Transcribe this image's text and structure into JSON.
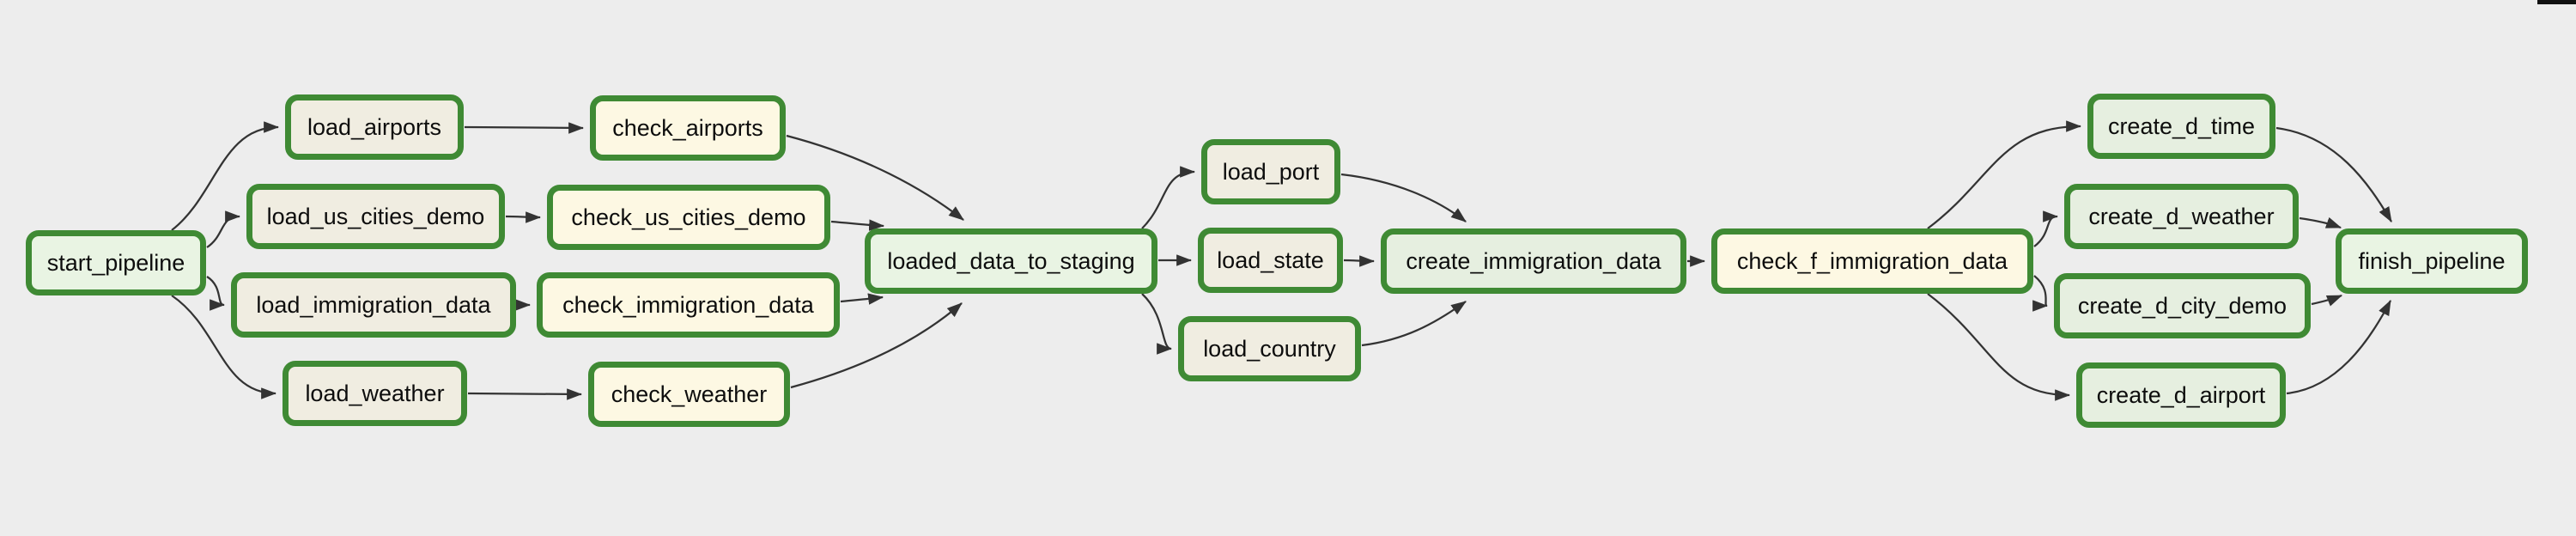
{
  "view": {
    "type": "dag-graph-view",
    "description": "Airflow-style pipeline DAG graph"
  },
  "colors": {
    "background": "#ededed",
    "node-border": "#3f8a34",
    "node-text": "#0d0d0d",
    "edge": "#333333",
    "fill-dummy": "#e9f4e3",
    "fill-load": "#f0ede1",
    "fill-check": "#fdf8e3",
    "fill-create": "#e6efe0",
    "corner-artifact": "#111111"
  },
  "nodes": [
    {
      "id": "start_pipeline",
      "label": "start_pipeline",
      "kind": "dummy"
    },
    {
      "id": "load_airports",
      "label": "load_airports",
      "kind": "load"
    },
    {
      "id": "load_us_cities_demo",
      "label": "load_us_cities_demo",
      "kind": "load"
    },
    {
      "id": "load_immigration_data",
      "label": "load_immigration_data",
      "kind": "load"
    },
    {
      "id": "load_weather",
      "label": "load_weather",
      "kind": "load"
    },
    {
      "id": "check_airports",
      "label": "check_airports",
      "kind": "check"
    },
    {
      "id": "check_us_cities_demo",
      "label": "check_us_cities_demo",
      "kind": "check"
    },
    {
      "id": "check_immigration_data",
      "label": "check_immigration_data",
      "kind": "check"
    },
    {
      "id": "check_weather",
      "label": "check_weather",
      "kind": "check"
    },
    {
      "id": "loaded_data_to_staging",
      "label": "loaded_data_to_staging",
      "kind": "dummy"
    },
    {
      "id": "load_port",
      "label": "load_port",
      "kind": "load"
    },
    {
      "id": "load_state",
      "label": "load_state",
      "kind": "load"
    },
    {
      "id": "load_country",
      "label": "load_country",
      "kind": "load"
    },
    {
      "id": "create_immigration_data",
      "label": "create_immigration_data",
      "kind": "create"
    },
    {
      "id": "check_f_immigration_data",
      "label": "check_f_immigration_data",
      "kind": "check"
    },
    {
      "id": "create_d_time",
      "label": "create_d_time",
      "kind": "create"
    },
    {
      "id": "create_d_weather",
      "label": "create_d_weather",
      "kind": "create"
    },
    {
      "id": "create_d_city_demo",
      "label": "create_d_city_demo",
      "kind": "create"
    },
    {
      "id": "create_d_airport",
      "label": "create_d_airport",
      "kind": "create"
    },
    {
      "id": "finish_pipeline",
      "label": "finish_pipeline",
      "kind": "dummy"
    }
  ],
  "edges": [
    [
      "start_pipeline",
      "load_airports"
    ],
    [
      "start_pipeline",
      "load_us_cities_demo"
    ],
    [
      "start_pipeline",
      "load_immigration_data"
    ],
    [
      "start_pipeline",
      "load_weather"
    ],
    [
      "load_airports",
      "check_airports"
    ],
    [
      "load_us_cities_demo",
      "check_us_cities_demo"
    ],
    [
      "load_immigration_data",
      "check_immigration_data"
    ],
    [
      "load_weather",
      "check_weather"
    ],
    [
      "check_airports",
      "loaded_data_to_staging"
    ],
    [
      "check_us_cities_demo",
      "loaded_data_to_staging"
    ],
    [
      "check_immigration_data",
      "loaded_data_to_staging"
    ],
    [
      "check_weather",
      "loaded_data_to_staging"
    ],
    [
      "loaded_data_to_staging",
      "load_port"
    ],
    [
      "loaded_data_to_staging",
      "load_state"
    ],
    [
      "loaded_data_to_staging",
      "load_country"
    ],
    [
      "load_port",
      "create_immigration_data"
    ],
    [
      "load_state",
      "create_immigration_data"
    ],
    [
      "load_country",
      "create_immigration_data"
    ],
    [
      "create_immigration_data",
      "check_f_immigration_data"
    ],
    [
      "check_f_immigration_data",
      "create_d_time"
    ],
    [
      "check_f_immigration_data",
      "create_d_weather"
    ],
    [
      "check_f_immigration_data",
      "create_d_city_demo"
    ],
    [
      "check_f_immigration_data",
      "create_d_airport"
    ],
    [
      "create_d_time",
      "finish_pipeline"
    ],
    [
      "create_d_weather",
      "finish_pipeline"
    ],
    [
      "create_d_city_demo",
      "finish_pipeline"
    ],
    [
      "create_d_airport",
      "finish_pipeline"
    ]
  ]
}
